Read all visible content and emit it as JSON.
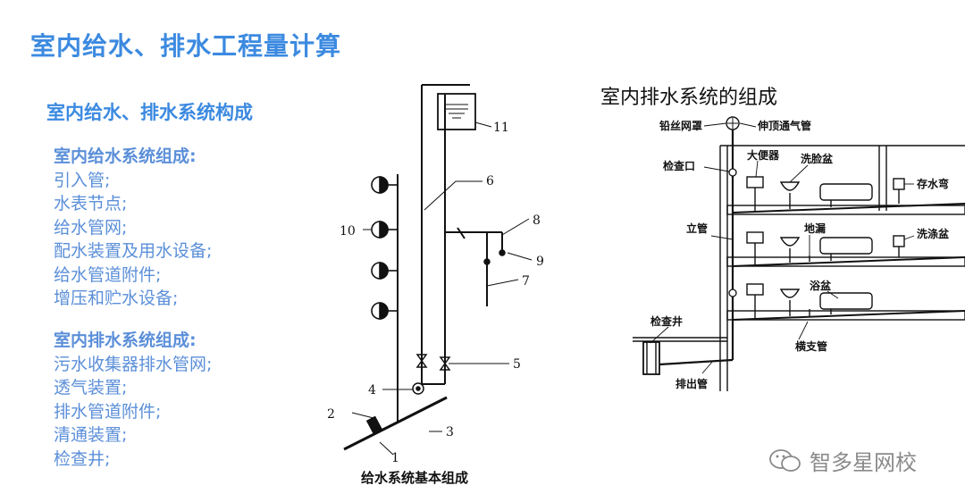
{
  "title": "室内给水、排水工程量计算",
  "section_heading": "室内给水、排水系统构成",
  "supply": {
    "heading": "室内给水系统组成:",
    "items": [
      "引入管;",
      "水表节点;",
      "给水管网;",
      "配水装置及用水设备;",
      "给水管道附件;",
      "增压和贮水设备;"
    ]
  },
  "drainage": {
    "heading": "室内排水系统组成:",
    "items": [
      "污水收集器排水管网;",
      "透气装置;",
      "排水管道附件;",
      "清通装置;",
      "检查井;"
    ]
  },
  "supply_diagram": {
    "caption": "给水系统基本组成",
    "callouts": [
      "1",
      "2",
      "3",
      "4",
      "5",
      "6",
      "7",
      "8",
      "9",
      "10",
      "11"
    ]
  },
  "drain_diagram": {
    "title": "室内排水系统的组成",
    "labels": {
      "mesh_cap": "铅丝网罩",
      "vent_stack": "伸顶通气管",
      "cleanout": "检查口",
      "toilet": "大便器",
      "washbasin": "洗脸盆",
      "trap": "存水弯",
      "riser": "立管",
      "floor_drain": "地漏",
      "sink": "洗涤盆",
      "bathtub": "浴盆",
      "manhole": "检查井",
      "branch": "横支管",
      "outlet": "排出管"
    }
  },
  "watermark": "智多星网校"
}
